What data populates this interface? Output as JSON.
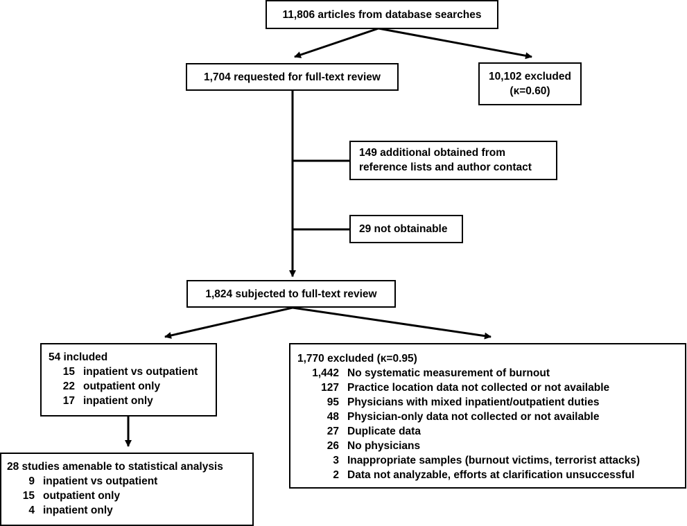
{
  "nodes": {
    "search": "11,806 articles from database searches",
    "requested": "1,704 requested for full-text review",
    "excluded_initial": [
      "10,102 excluded",
      "(κ=0.60)"
    ],
    "additional": [
      "149 additional obtained from",
      "reference lists and author contact"
    ],
    "not_obtainable": "29 not obtainable",
    "full_text": "1,824 subjected to full-text review",
    "included": {
      "title": "54 included",
      "items": [
        {
          "n": "15",
          "label": "inpatient vs outpatient"
        },
        {
          "n": "22",
          "label": "outpatient only"
        },
        {
          "n": "17",
          "label": "inpatient only"
        }
      ]
    },
    "excluded_full": {
      "title": "1,770 excluded (κ=0.95)",
      "items": [
        {
          "n": "1,442",
          "label": "No systematic measurement of burnout"
        },
        {
          "n": "127",
          "label": "Practice location data not collected or not available"
        },
        {
          "n": "95",
          "label": "Physicians with mixed inpatient/outpatient duties"
        },
        {
          "n": "48",
          "label": "Physician-only data not collected or not available"
        },
        {
          "n": "27",
          "label": "Duplicate data"
        },
        {
          "n": "26",
          "label": "No physicians"
        },
        {
          "n": "3",
          "label": "Inappropriate samples (burnout victims, terrorist attacks)"
        },
        {
          "n": "2",
          "label": "Data not analyzable, efforts at clarification unsuccessful"
        }
      ]
    },
    "statistical": {
      "title": "28 studies amenable to statistical analysis",
      "items": [
        {
          "n": "9",
          "label": "inpatient vs outpatient"
        },
        {
          "n": "15",
          "label": "outpatient only"
        },
        {
          "n": "4",
          "label": "inpatient only"
        }
      ]
    }
  }
}
